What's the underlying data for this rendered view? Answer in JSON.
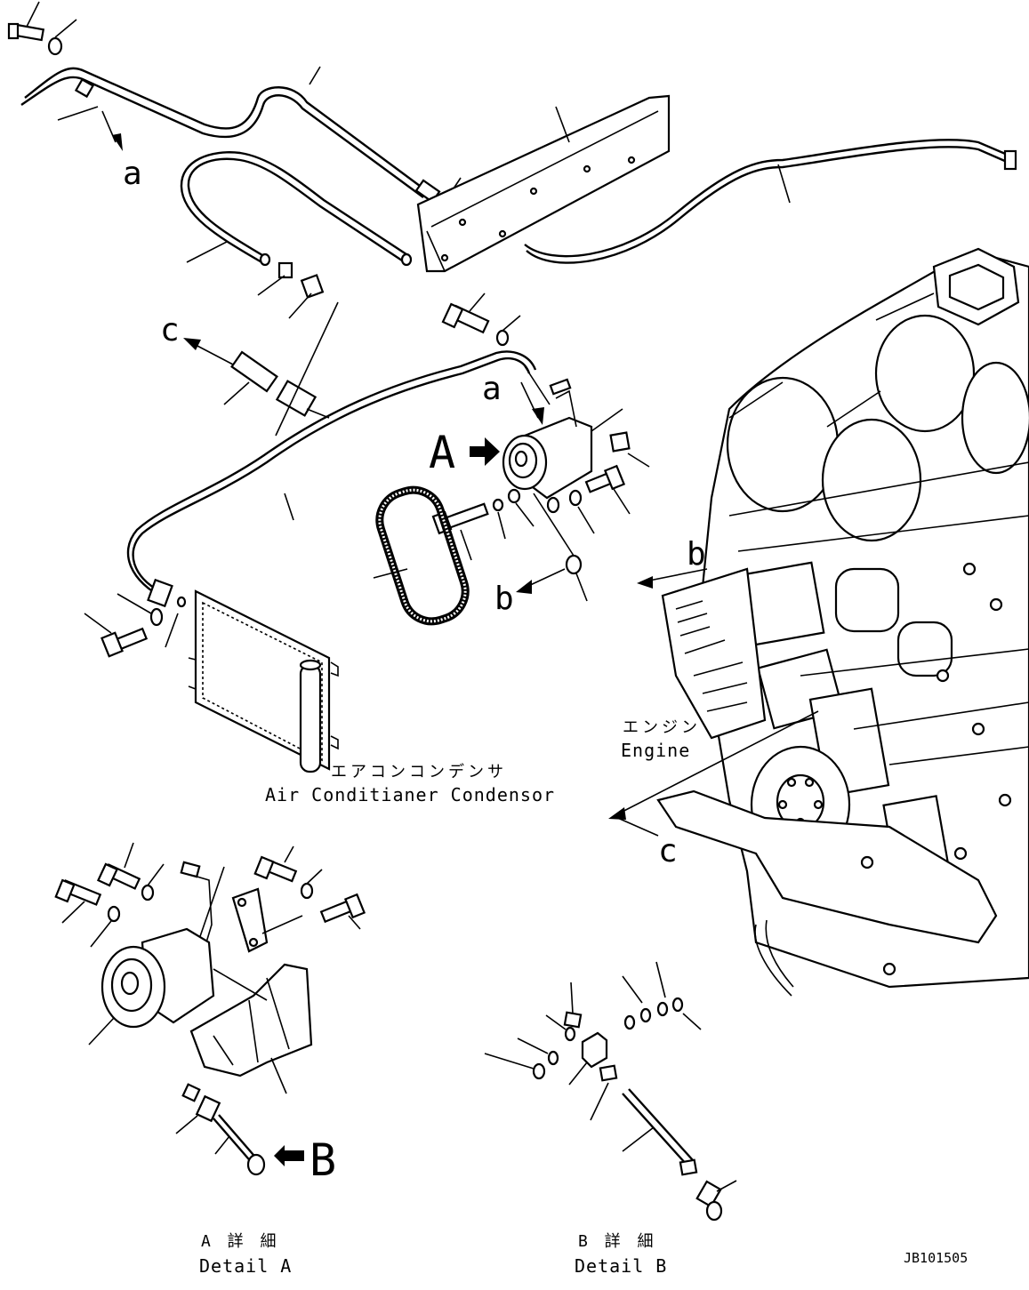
{
  "labels": {
    "a_upper": "a",
    "a_mid": "a",
    "c_upper": "c",
    "c_lower": "c",
    "b_mid": "b",
    "b_right": "b",
    "A_view": "A",
    "B_view": "B"
  },
  "engine": {
    "label_ja": "エンジン",
    "label_en": "Engine"
  },
  "condenser": {
    "label_ja": "エアコンコンデンサ",
    "label_en": "Air Conditianer Condensor"
  },
  "detail_a": {
    "label_ja": "A 詳 細",
    "label_en": "Detail A"
  },
  "detail_b": {
    "label_ja": "B 詳 細",
    "label_en": "Detail B"
  },
  "drawing_code": "JB101505"
}
